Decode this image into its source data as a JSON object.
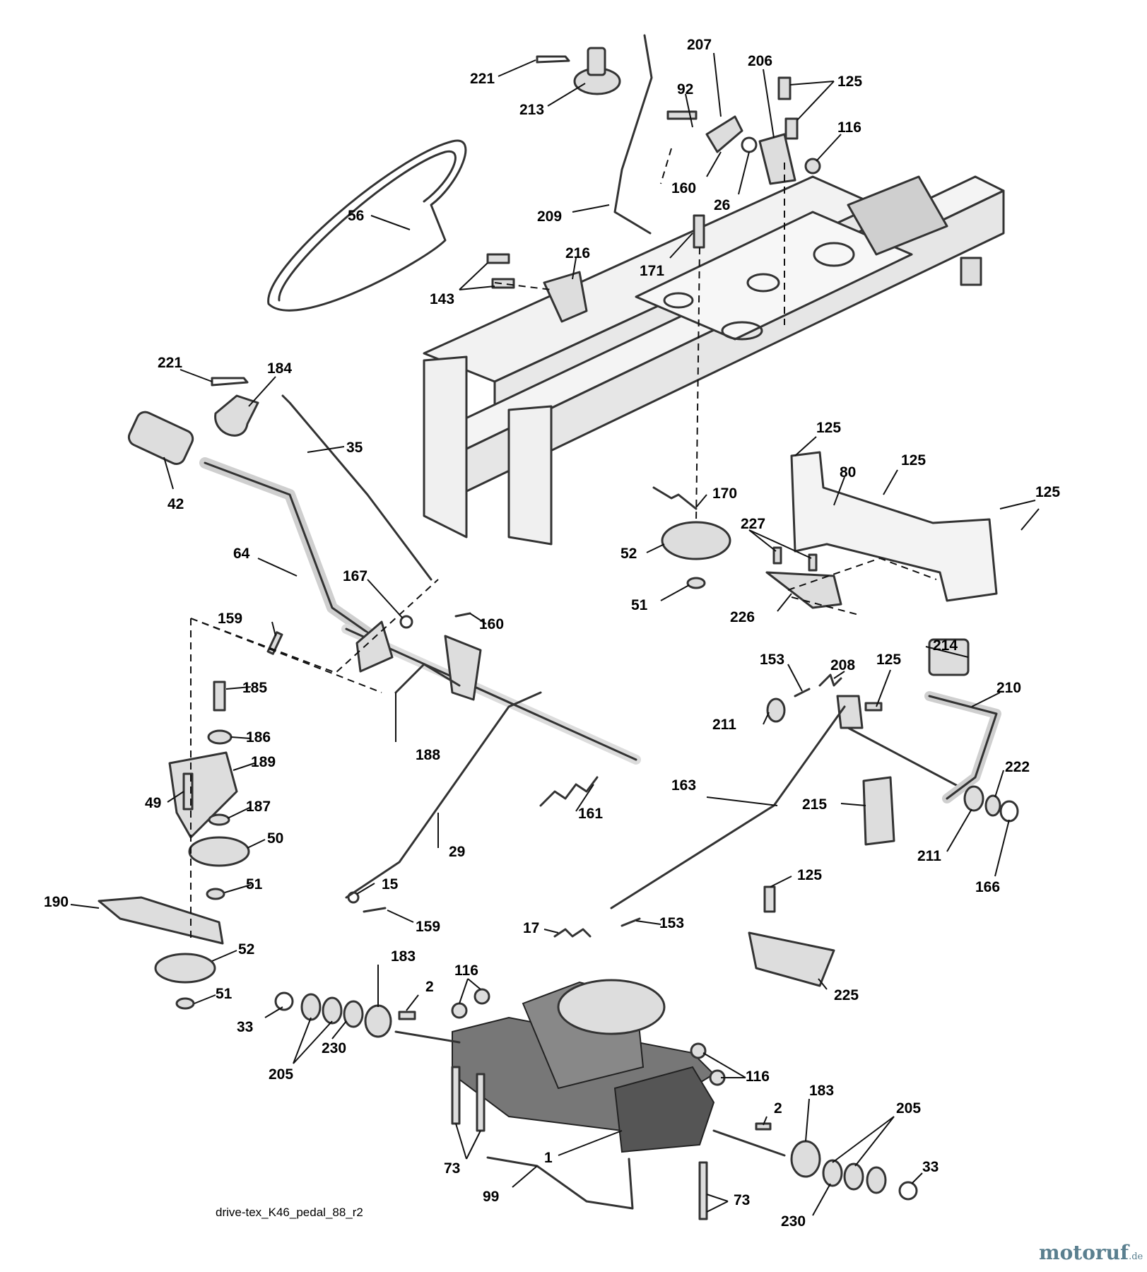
{
  "diagram": {
    "caption": "drive-tex_K46_pedal_88_r2",
    "brand_main": "motoruf",
    "brand_tld": ".de",
    "callouts": [
      {
        "id": "c221a",
        "text": "221"
      },
      {
        "id": "c213",
        "text": "213"
      },
      {
        "id": "c207",
        "text": "207"
      },
      {
        "id": "c206",
        "text": "206"
      },
      {
        "id": "c125a",
        "text": "125"
      },
      {
        "id": "c92",
        "text": "92"
      },
      {
        "id": "c116a",
        "text": "116"
      },
      {
        "id": "c160a",
        "text": "160"
      },
      {
        "id": "c26",
        "text": "26"
      },
      {
        "id": "c56",
        "text": "56"
      },
      {
        "id": "c209",
        "text": "209"
      },
      {
        "id": "c171",
        "text": "171"
      },
      {
        "id": "c216",
        "text": "216"
      },
      {
        "id": "c143",
        "text": "143"
      },
      {
        "id": "c221b",
        "text": "221"
      },
      {
        "id": "c184",
        "text": "184"
      },
      {
        "id": "c35",
        "text": "35"
      },
      {
        "id": "c42",
        "text": "42"
      },
      {
        "id": "c125b",
        "text": "125"
      },
      {
        "id": "c80",
        "text": "80"
      },
      {
        "id": "c125c",
        "text": "125"
      },
      {
        "id": "c125d",
        "text": "125"
      },
      {
        "id": "c170",
        "text": "170"
      },
      {
        "id": "c227",
        "text": "227"
      },
      {
        "id": "c52a",
        "text": "52"
      },
      {
        "id": "c64",
        "text": "64"
      },
      {
        "id": "c51a",
        "text": "51"
      },
      {
        "id": "c226",
        "text": "226"
      },
      {
        "id": "c167",
        "text": "167"
      },
      {
        "id": "c159a",
        "text": "159"
      },
      {
        "id": "c160b",
        "text": "160"
      },
      {
        "id": "c214",
        "text": "214"
      },
      {
        "id": "c153a",
        "text": "153"
      },
      {
        "id": "c208",
        "text": "208"
      },
      {
        "id": "c125e",
        "text": "125"
      },
      {
        "id": "c185",
        "text": "185"
      },
      {
        "id": "c210",
        "text": "210"
      },
      {
        "id": "c186",
        "text": "186"
      },
      {
        "id": "c211a",
        "text": "211"
      },
      {
        "id": "c188",
        "text": "188"
      },
      {
        "id": "c189",
        "text": "189"
      },
      {
        "id": "c222",
        "text": "222"
      },
      {
        "id": "c163",
        "text": "163"
      },
      {
        "id": "c49",
        "text": "49"
      },
      {
        "id": "c187",
        "text": "187"
      },
      {
        "id": "c161",
        "text": "161"
      },
      {
        "id": "c215",
        "text": "215"
      },
      {
        "id": "c50",
        "text": "50"
      },
      {
        "id": "c29",
        "text": "29"
      },
      {
        "id": "c211b",
        "text": "211"
      },
      {
        "id": "c51b",
        "text": "51"
      },
      {
        "id": "c15",
        "text": "15"
      },
      {
        "id": "c125f",
        "text": "125"
      },
      {
        "id": "c166",
        "text": "166"
      },
      {
        "id": "c190",
        "text": "190"
      },
      {
        "id": "c159b",
        "text": "159"
      },
      {
        "id": "c17",
        "text": "17"
      },
      {
        "id": "c153b",
        "text": "153"
      },
      {
        "id": "c52b",
        "text": "52"
      },
      {
        "id": "c183a",
        "text": "183"
      },
      {
        "id": "c116b",
        "text": "116"
      },
      {
        "id": "c2a",
        "text": "2"
      },
      {
        "id": "c225",
        "text": "225"
      },
      {
        "id": "c51c",
        "text": "51"
      },
      {
        "id": "c33a",
        "text": "33"
      },
      {
        "id": "c230a",
        "text": "230"
      },
      {
        "id": "c205a",
        "text": "205"
      },
      {
        "id": "c116c",
        "text": "116"
      },
      {
        "id": "c183b",
        "text": "183"
      },
      {
        "id": "c2b",
        "text": "2"
      },
      {
        "id": "c205b",
        "text": "205"
      },
      {
        "id": "c1",
        "text": "1"
      },
      {
        "id": "c73a",
        "text": "73"
      },
      {
        "id": "c33b",
        "text": "33"
      },
      {
        "id": "c99",
        "text": "99"
      },
      {
        "id": "c73b",
        "text": "73"
      },
      {
        "id": "c230b",
        "text": "230"
      }
    ]
  }
}
